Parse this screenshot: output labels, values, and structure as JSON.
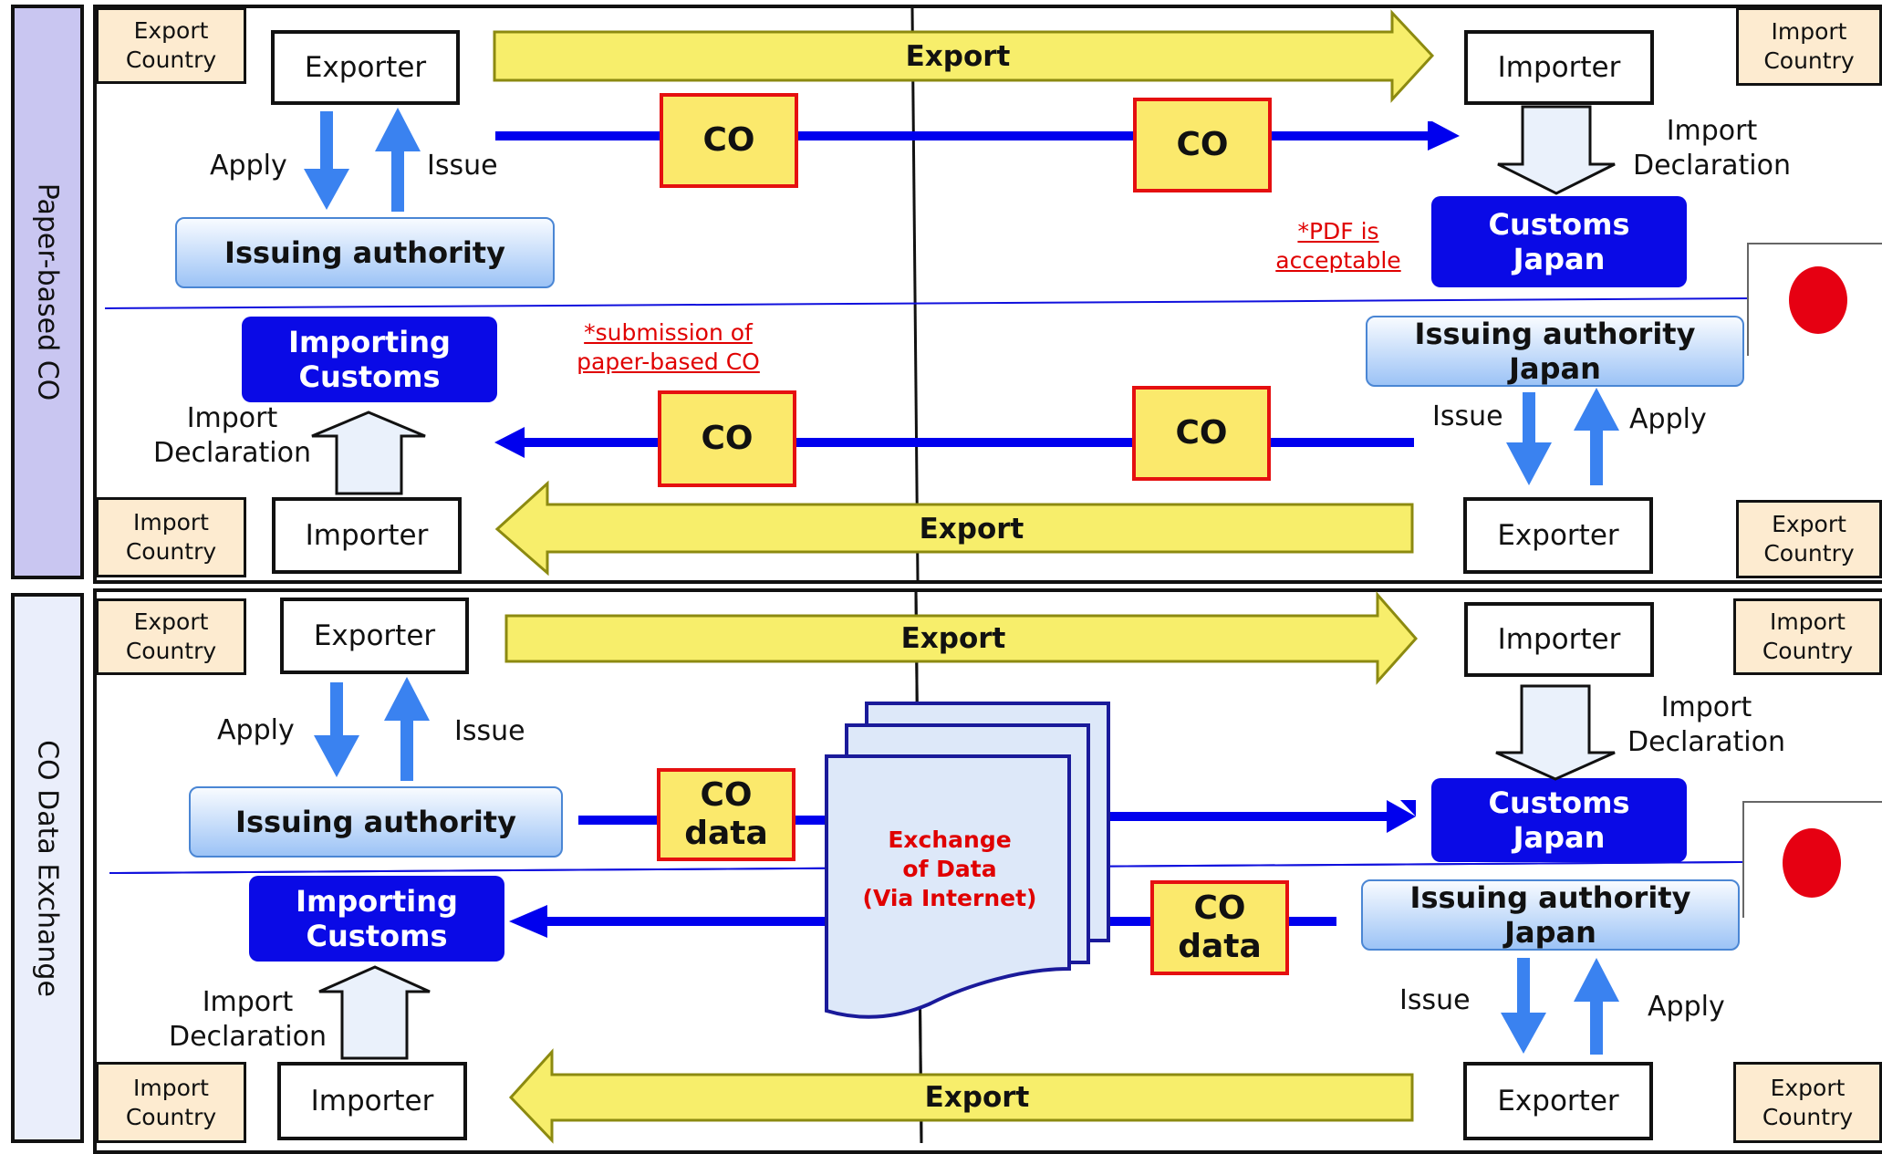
{
  "sections": {
    "paper_label": "Paper-based CO",
    "data_label": "CO Data Exchange"
  },
  "paper": {
    "export_country": [
      "Export",
      "Country"
    ],
    "import_country_right": [
      "Import",
      "Country"
    ],
    "import_country_left": [
      "Import",
      "Country"
    ],
    "export_country_right": [
      "Export",
      "Country"
    ],
    "exporter_left": "Exporter",
    "importer_right": "Importer",
    "importer_left": "Importer",
    "exporter_right": "Exporter",
    "apply_left": "Apply",
    "issue_left": "Issue",
    "issuing_authority": "Issuing authority",
    "import_declaration_right": [
      "Import",
      "Declaration"
    ],
    "customs_japan": [
      "Customs",
      "Japan"
    ],
    "pdf_note": [
      "*PDF is",
      "acceptable"
    ],
    "importing_customs": [
      "Importing",
      "Customs"
    ],
    "submission_note": [
      "*submission of",
      "paper-based CO"
    ],
    "issuing_authority_japan": [
      "Issuing authority",
      "Japan"
    ],
    "issue_right": "Issue",
    "apply_right": "Apply",
    "import_declaration_left": [
      "Import",
      "Declaration"
    ],
    "export_top": "Export",
    "export_bottom": "Export",
    "co_labels": [
      "CO",
      "CO",
      "CO",
      "CO"
    ]
  },
  "data": {
    "export_country": [
      "Export",
      "Country"
    ],
    "import_country_right": [
      "Import",
      "Country"
    ],
    "import_country_left": [
      "Import",
      "Country"
    ],
    "export_country_right": [
      "Export",
      "Country"
    ],
    "exporter_left": "Exporter",
    "importer_right": "Importer",
    "importer_left": "Importer",
    "exporter_right": "Exporter",
    "apply_left": "Apply",
    "issue_left": "Issue",
    "issuing_authority": "Issuing authority",
    "import_declaration_right": [
      "Import",
      "Declaration"
    ],
    "customs_japan": [
      "Customs",
      "Japan"
    ],
    "importing_customs": [
      "Importing",
      "Customs"
    ],
    "issuing_authority_japan": [
      "Issuing authority",
      "Japan"
    ],
    "issue_right": "Issue",
    "apply_right": "Apply",
    "import_declaration_left": [
      "Import",
      "Declaration"
    ],
    "export_top": "Export",
    "export_bottom": "Export",
    "co_data_left": [
      "CO",
      "data"
    ],
    "co_data_right": [
      "CO",
      "data"
    ],
    "exchange": [
      "Exchange",
      "of Data",
      "(Via Internet)"
    ]
  },
  "colors": {
    "flow_arrow": "#0000ee",
    "vertical_arrow": "#3a82f0",
    "export_arrow_fill": "#f7ee6b",
    "export_arrow_stroke": "#8c8a10",
    "co_fill": "#fbe96c",
    "co_border": "#e51010",
    "customs": "#0a0ae6",
    "flag_red": "#e60012"
  }
}
